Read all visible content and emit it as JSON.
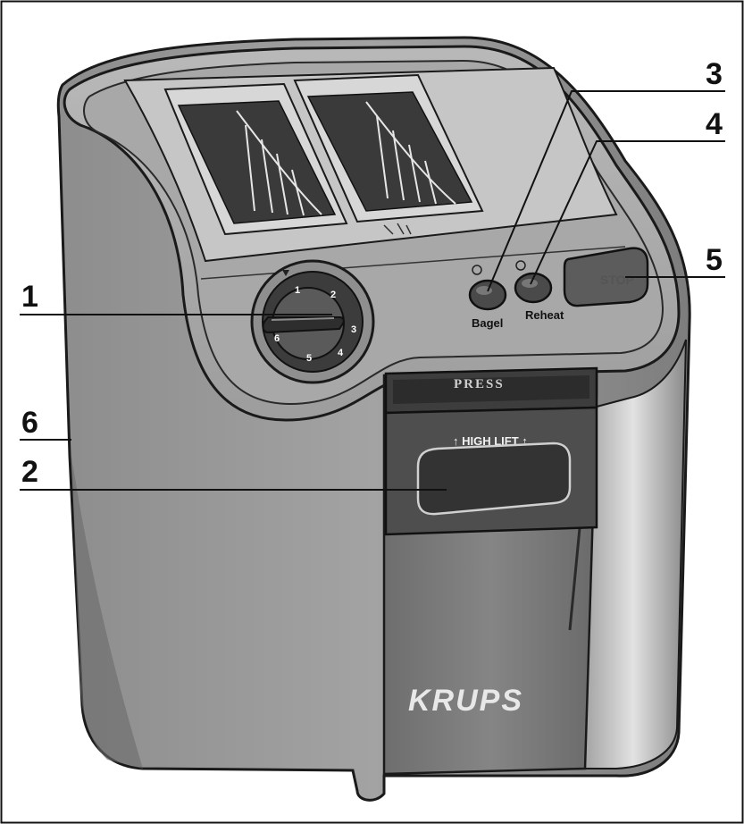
{
  "callouts": {
    "c1": "1",
    "c2": "2",
    "c3": "3",
    "c4": "4",
    "c5": "5",
    "c6": "6"
  },
  "labels": {
    "bagel": "Bagel",
    "reheat": "Reheat",
    "stop": "STOP",
    "press": "PRESS",
    "high_lift": "↑ HIGH LIFT ↑",
    "brand": "KRUPS"
  },
  "dial": {
    "numbers": [
      "1",
      "2",
      "3",
      "4",
      "5",
      "6"
    ]
  },
  "colors": {
    "body": "#9a9a9a",
    "dark": "#4a4a4a",
    "outline": "#1a1a1a",
    "light": "#cfcfcf"
  }
}
